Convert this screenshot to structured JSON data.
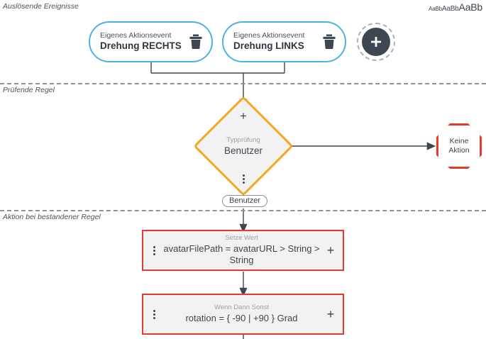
{
  "sections": {
    "triggers_label": "Auslösende Ereignisse",
    "rule_label": "Prüfende Regel",
    "action_label": "Aktion bei bestandener Regel"
  },
  "font_sizer": {
    "small": "AaBb",
    "medium": "AaBb",
    "large": "AaBb"
  },
  "triggers": [
    {
      "subtitle": "Eigenes Aktionsevent",
      "title": "Drehung RECHTS",
      "delete_icon": "trash-icon"
    },
    {
      "subtitle": "Eigenes Aktionsevent",
      "title": "Drehung LINKS",
      "delete_icon": "trash-icon"
    }
  ],
  "add_trigger": {
    "icon": "plus-icon"
  },
  "rule": {
    "add_icon": "plus-icon",
    "subtitle": "Typprüfung",
    "value": "Benutzer",
    "menu_icon": "kebab-menu-icon",
    "branch_label": "Benutzer"
  },
  "no_action": {
    "line1": "Keine",
    "line2": "Aktion"
  },
  "actions": [
    {
      "menu_icon": "kebab-menu-icon",
      "subtitle": "Setze Wert",
      "value": "avatarFilePath = avatarURL > String > String",
      "add_icon": "plus-icon"
    },
    {
      "menu_icon": "kebab-menu-icon",
      "subtitle": "Wenn Dann Sonst",
      "value": "rotation = { -90 | +90 } Grad",
      "add_icon": "plus-icon"
    }
  ],
  "colors": {
    "trigger_border": "#4fb0e4",
    "rule_border": "#f5a623",
    "action_border": "#e8392e",
    "stop_border": "#e8392e",
    "dark": "#3e4651",
    "divider": "#8a929c"
  }
}
